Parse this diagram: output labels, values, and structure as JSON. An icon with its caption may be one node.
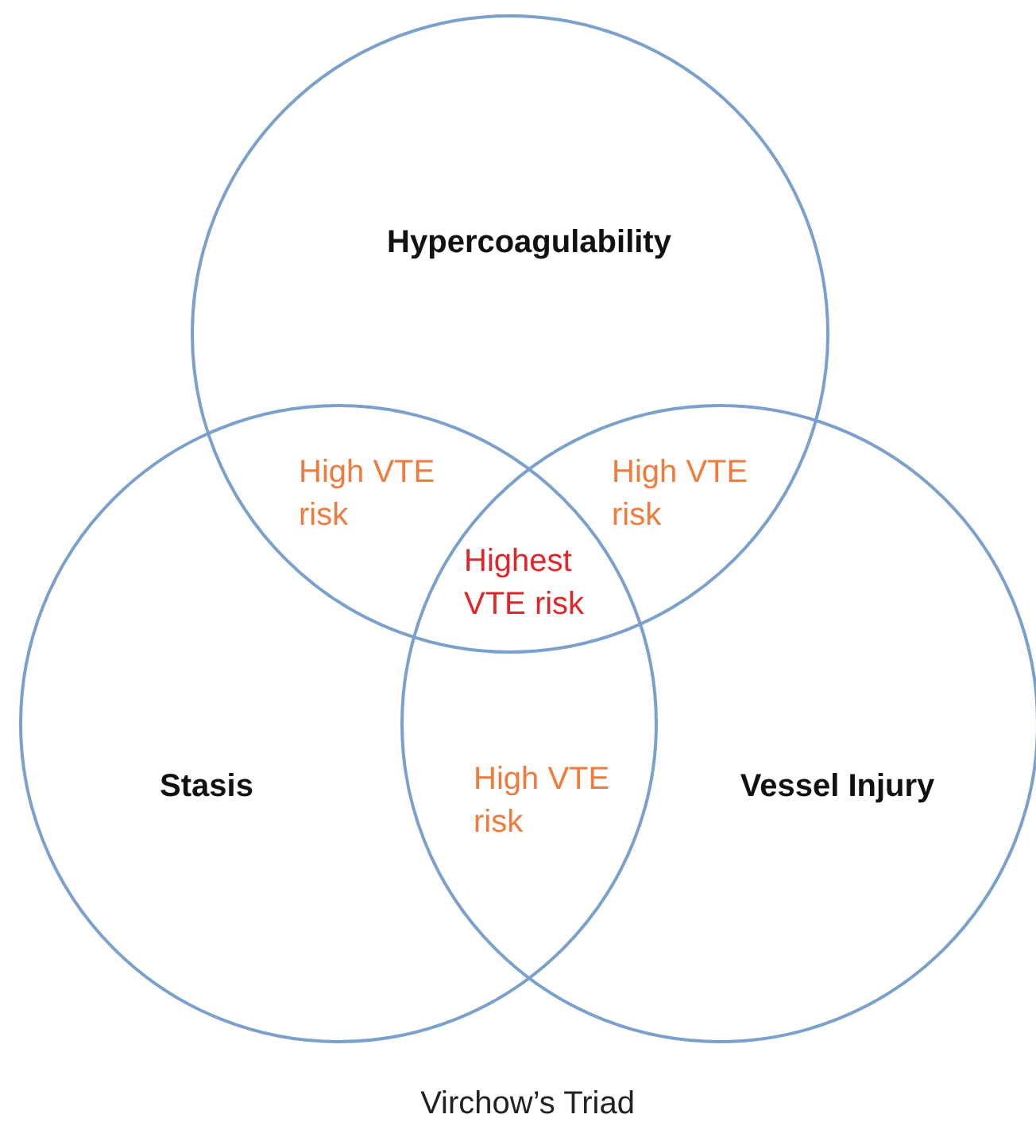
{
  "diagram": {
    "caption": "Virchow’s Triad",
    "nodes": [
      {
        "text": [
          "Hypercoagulability"
        ]
      },
      {
        "text": [
          "Stasis"
        ]
      },
      {
        "text": [
          "Vessel Injury"
        ]
      }
    ],
    "edges": [],
    "labels": [
      "High VTE risk",
      "High VTE risk",
      "Highest VTE risk",
      "High VTE risk"
    ]
  }
}
